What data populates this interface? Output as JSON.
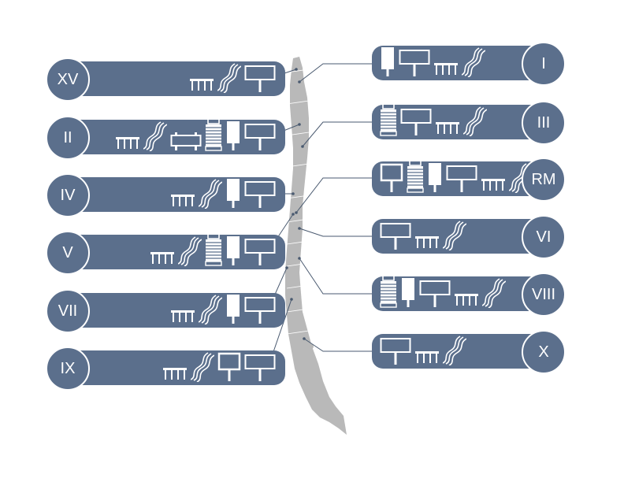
{
  "colors": {
    "panel": "#5b6f8c",
    "map": "#b9b9b9",
    "connector": "#4a5a70",
    "icon": "#ffffff"
  },
  "regions_left": [
    {
      "label": "XV",
      "icons": [
        "fence-icon",
        "road-icon",
        "billboard-icon"
      ]
    },
    {
      "label": "II",
      "icons": [
        "fence-icon",
        "road-icon",
        "wide-billboard-icon",
        "building-icon",
        "totem-icon",
        "billboard-icon"
      ]
    },
    {
      "label": "IV",
      "icons": [
        "fence-icon",
        "road-icon",
        "totem-icon",
        "billboard-icon"
      ]
    },
    {
      "label": "V",
      "icons": [
        "fence-icon",
        "road-icon",
        "building-icon",
        "totem-icon",
        "billboard-icon"
      ]
    },
    {
      "label": "VII",
      "icons": [
        "fence-icon",
        "road-icon",
        "totem-icon",
        "billboard-icon"
      ]
    },
    {
      "label": "IX",
      "icons": [
        "fence-icon",
        "road-icon",
        "framed-sign-icon",
        "billboard-icon"
      ]
    }
  ],
  "regions_right": [
    {
      "label": "I",
      "icons": [
        "totem-icon",
        "billboard-icon",
        "fence-icon",
        "road-icon"
      ]
    },
    {
      "label": "III",
      "icons": [
        "building-icon",
        "billboard-icon",
        "fence-icon",
        "road-icon"
      ]
    },
    {
      "label": "RM",
      "icons": [
        "framed-sign-icon",
        "building-icon",
        "totem-icon",
        "billboard-icon",
        "fence-icon",
        "road-icon"
      ]
    },
    {
      "label": "VI",
      "icons": [
        "billboard-icon",
        "fence-icon",
        "road-icon"
      ]
    },
    {
      "label": "VIII",
      "icons": [
        "building-icon",
        "totem-icon",
        "billboard-icon",
        "fence-icon",
        "road-icon"
      ]
    },
    {
      "label": "X",
      "icons": [
        "billboard-icon",
        "fence-icon",
        "road-icon"
      ]
    }
  ]
}
